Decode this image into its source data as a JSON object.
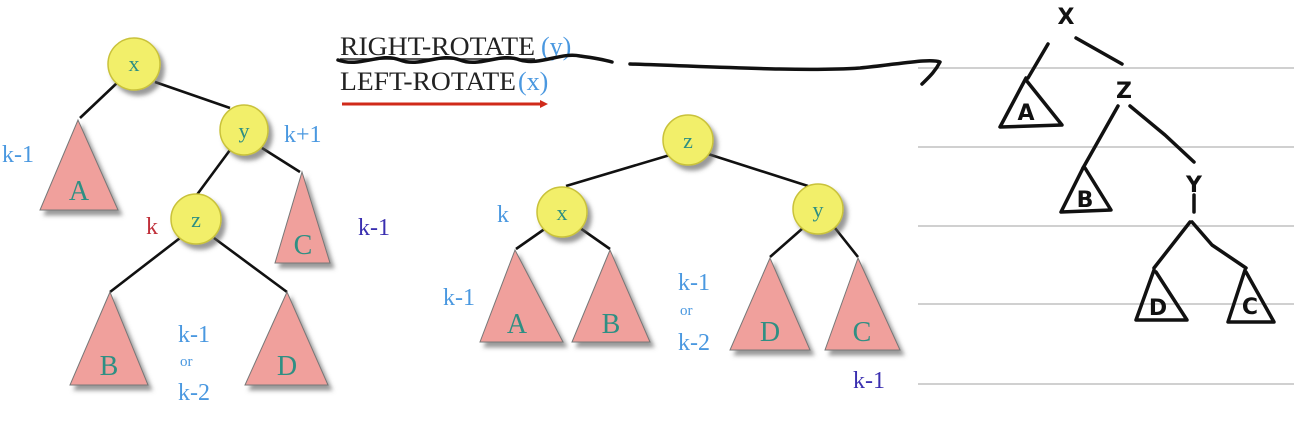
{
  "title": {
    "right_rotate": "RIGHT-ROTATE",
    "right_rotate_arg": "(y)",
    "left_rotate": "LEFT-ROTATE",
    "left_rotate_arg": "(x)"
  },
  "colors": {
    "node_fill": "#f2ef6a",
    "subtree_fill": "#f0a09c",
    "height_label": "#4a98e0",
    "height_highlight": "#c0303a",
    "height_dark": "#3a2fb0",
    "arrow": "#d02a1a"
  },
  "before_tree": {
    "nodes": {
      "x": "x",
      "y": "y",
      "z": "z"
    },
    "subtrees": {
      "A": "A",
      "B": "B",
      "C": "C",
      "D": "D"
    },
    "heights": {
      "A": "k-1",
      "y": "k+1",
      "z": "k",
      "C": "k-1",
      "B_D_line1": "k-1",
      "B_D_or": "or",
      "B_D_line2": "k-2"
    }
  },
  "after_tree": {
    "nodes": {
      "z": "z",
      "x": "x",
      "y": "y"
    },
    "subtrees": {
      "A": "A",
      "B": "B",
      "D": "D",
      "C": "C"
    },
    "heights": {
      "x": "k",
      "A": "k-1",
      "D_line1": "k-1",
      "D_or": "or",
      "D_line2": "k-2",
      "C": "k-1"
    }
  },
  "handwritten_tree": {
    "nodes": {
      "x": "X",
      "z": "Z",
      "y": "Y"
    },
    "subtrees": {
      "A": "A",
      "B": "B",
      "D": "D",
      "C": "C"
    }
  }
}
